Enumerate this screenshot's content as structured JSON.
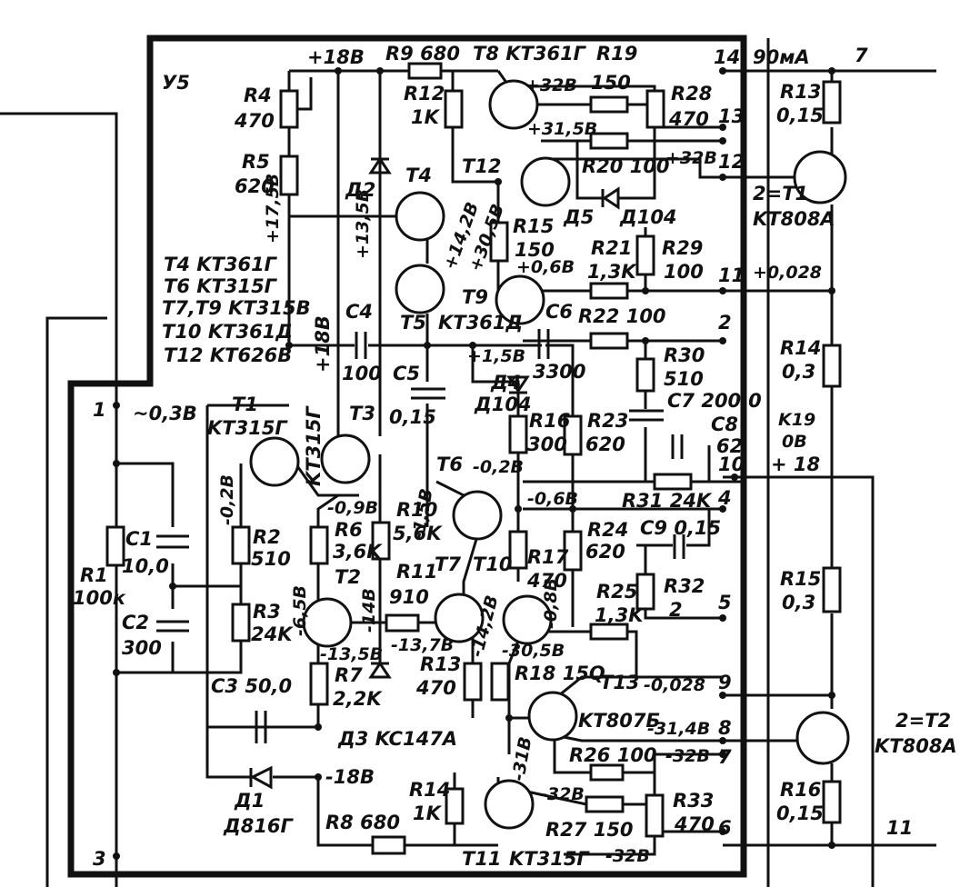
{
  "board": {
    "id": "У5"
  },
  "colors": {
    "ink": "#111111",
    "paper": "#ffffff"
  },
  "legend": {
    "line1": "T4  KT361Г",
    "line2": "T6  KT315Г",
    "line3": "T7,T9 KT315B",
    "line4": "T10 KT361Д",
    "line5": "T12  KT626B"
  },
  "rails": {
    "plus18": "+18B",
    "minus18": "-18B",
    "plus18_b": "+18B",
    "plus18_c": "+ 18",
    "minus0_3": "~0,3B"
  },
  "pins": {
    "p1": "1",
    "p3": "3",
    "p2": "2",
    "p4": "4",
    "p5": "5",
    "p6": "6",
    "p7": "7",
    "p8": "8",
    "p9": "9",
    "p10": "10",
    "p11": "11",
    "p12": "12",
    "p13": "13",
    "p14": "14",
    "ext7": "7",
    "ext11": "11"
  },
  "current": "90мA",
  "resistors": {
    "r1": "R1",
    "r1v": "100к",
    "r2": "R2",
    "r2v": "510",
    "r3": "R3",
    "r3v": "24K",
    "r4": "R4",
    "r4v": "470",
    "r5": "R5",
    "r5v": "620",
    "r6": "R6",
    "r6v": "3,6K",
    "r7": "R7",
    "r7v": "2,2K",
    "r8": "R8 680",
    "r9": "R9 680",
    "r10": "R10",
    "r10v": "5,6K",
    "r11": "R11",
    "r11v": "910",
    "r12": "R12",
    "r12v": "1K",
    "r13": "R13",
    "r13v": "470",
    "r14": "R14",
    "r14v": "1K",
    "r15": "R15",
    "r15v": "150",
    "r16": "R16",
    "r16v": "300",
    "r17": "R17",
    "r17v": "470",
    "r18": "R18 15Q",
    "r19": "R19",
    "r19v": "150",
    "r20": "R20 100",
    "r21": "R21",
    "r21v": "1,3K",
    "r22": "R22 100",
    "r23": "R23",
    "r23v": "620",
    "r24": "R24",
    "r24v": "620",
    "r25": "R25",
    "r25v": "1,3K",
    "r26": "R26 100",
    "r27": "R27  150",
    "r28": "R28",
    "r28v": "470",
    "r29": "R29",
    "r29v": "100",
    "r30": "R30",
    "r30v": "510",
    "r31": "R31 24K",
    "r32": "R32",
    "r32v": "2",
    "r33": "R33",
    "r33v": "470",
    "ext_r13": "R13",
    "ext_r13v": "0,15",
    "ext_r14": "R14",
    "ext_r14v": "0,3",
    "ext_r15": "R15",
    "ext_r15v": "0,3",
    "ext_r16": "R16",
    "ext_r16v": "0,15"
  },
  "capacitors": {
    "c1": "C1",
    "c1v": "10,0",
    "c2": "C2",
    "c2v": "300",
    "c3": "C3 50,0",
    "c4": "C4",
    "c4v": "100",
    "c5": "C5",
    "c5v": "0,15",
    "c6": "C6",
    "c6v": "3300",
    "c7": "C7 200,0",
    "c8": "C8",
    "c8v": "62",
    "c9": "C9 0,15"
  },
  "transistors": {
    "t1": "T1",
    "t1v": "KT315Г",
    "t2": "T2",
    "t3": "T3",
    "t3v": "KT315Г",
    "t4": "T4",
    "t5": "T5",
    "t6": "T6",
    "t7": "T7",
    "t8": "T8 KT361Г",
    "t9": "T9",
    "t9v": "KT361Д",
    "t10": "T10",
    "t11": "T11",
    "t11v": "KT315Г",
    "t12": "T12",
    "t13": "T13",
    "t13v": "KT807Б",
    "ext_t1": "2=T1",
    "ext_t1v": "KT808A",
    "ext_t2": "2=T2",
    "ext_t2v": "KT808A"
  },
  "diodes": {
    "d1": "Д1",
    "d1v": "Д816Г",
    "d2": "Д2",
    "d3": "Д3 KC147A",
    "d4": "Д4",
    "d4v": "Д104",
    "d5": "Д5",
    "d5v": "Д104"
  },
  "voltages": {
    "v_p32": "+32B",
    "v_p31_5": "+31,5B",
    "v_p32b": "+32B",
    "v_p30_5": "+30,5B",
    "v_p14_2": "+14,2B",
    "v_p13_5": "+13,5B",
    "v_p17_5": "+17,5B",
    "v_p0_6": "+0,6B",
    "v_p1_5": "+1,5B",
    "v_p0_028": "+0,028",
    "v_m0_2": "-0,2B",
    "v_m0_2b": "-0,2B",
    "v_m0_9": "-0,9B",
    "v_m6_5": "-6,5B",
    "v_m14": "-14B",
    "v_m13_5": "-13,5B",
    "v_m13_7": "-13,7B",
    "v_m1_5": "-1,5B",
    "v_m0_6": "-0,6B",
    "v_m14_2": "-14,2B",
    "v_m30_5": "-30,5B",
    "v_m0_8": "-0,8B",
    "v_m0_028": "-0,028",
    "v_m31_4": "-31,4B",
    "v_m32": "-32B",
    "v_m32b": "-32B",
    "v_m32c": "-32B",
    "v_m31": "-31B",
    "k19": "K19",
    "k19v": "0B"
  }
}
